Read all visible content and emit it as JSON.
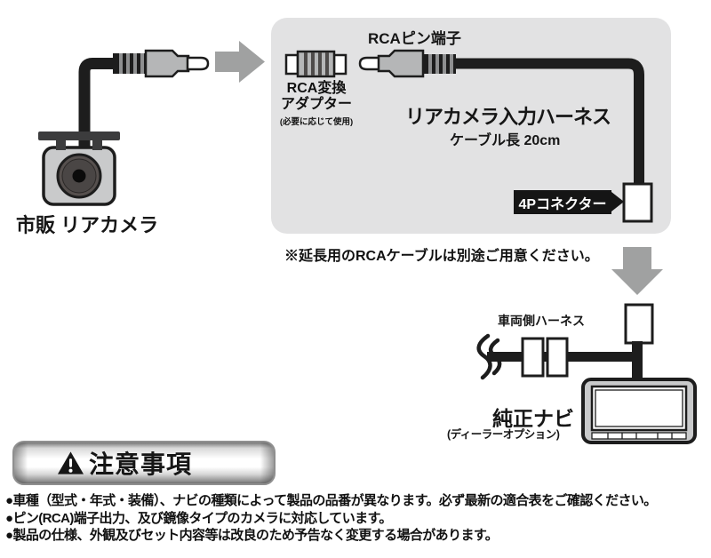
{
  "colors": {
    "panel_bg": "#E2E2E3",
    "arrow_gray": "#A0A1A1",
    "line_black": "#1D1D1D",
    "metal_gray": "#B5B6B7",
    "device_gray": "#C9CACB"
  },
  "camera": {
    "label": "市販 リアカメラ"
  },
  "panel": {
    "rca_pin_label": "RCAピン端子",
    "adapter_line1": "RCA変換",
    "adapter_line2": "アダプター",
    "adapter_note": "(必要に応じて使用)",
    "harness_title": "リアカメラ入力ハーネス",
    "cable_length": "ケーブル長 20cm",
    "connector_label": "4Pコネクター"
  },
  "extension_note": "※延長用のRCAケーブルは別途ご用意ください。",
  "vehicle": {
    "harness_label": "車両側ハーネス",
    "navi_label": "純正ナビ",
    "navi_sublabel": "(ディーラーオプション)"
  },
  "caution": {
    "title": "注意事項",
    "warning_icon": "warning-triangle-icon",
    "bullets": [
      "●車種（型式・年式・装備）、ナビの種類によって製品の品番が異なります。必ず最新の適合表をご確認ください。",
      "●ピン(RCA)端子出力、及び鏡像タイプのカメラに対応しています。",
      "●製品の仕様、外観及びセット内容等は改良のため予告なく変更する場合があります。"
    ]
  }
}
